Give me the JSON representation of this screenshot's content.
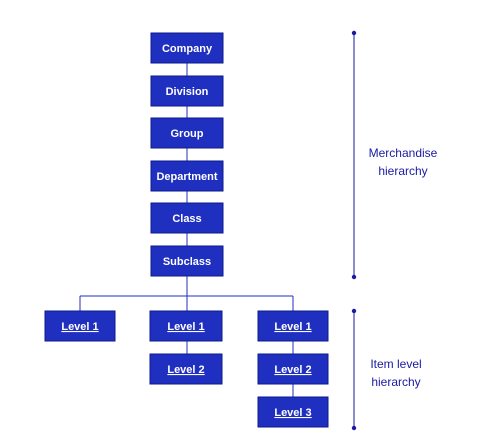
{
  "merchandise_boxes": [
    {
      "label": "Company"
    },
    {
      "label": "Division"
    },
    {
      "label": "Group"
    },
    {
      "label": "Department"
    },
    {
      "label": "Class"
    },
    {
      "label": "Subclass"
    }
  ],
  "item_levels": {
    "column_1": [
      {
        "label": "Level 1"
      }
    ],
    "column_2": [
      {
        "label": "Level 1"
      },
      {
        "label": "Level 2"
      }
    ],
    "column_3": [
      {
        "label": "Level 1"
      },
      {
        "label": "Level 2"
      },
      {
        "label": "Level 3"
      }
    ]
  },
  "brackets": {
    "merchandise": {
      "line1": "Merchandise",
      "line2": "hierarchy"
    },
    "item_level": {
      "line1": "Item level",
      "line2": "hierarchy"
    }
  },
  "colors": {
    "box_fill": "#1f2fbf",
    "connector": "#1f2fbf",
    "bracket": "#1a1aa0"
  }
}
